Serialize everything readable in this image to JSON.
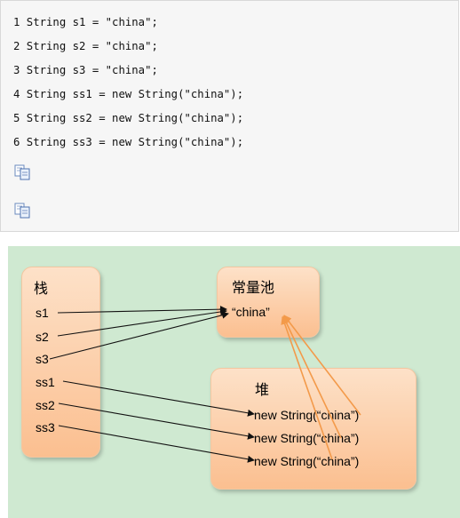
{
  "code": {
    "lines": [
      "1 String s1 = \"china\";",
      "2 String s2 = \"china\";",
      "3 String s3 = \"china\";",
      "4 String ss1 = new String(\"china\");",
      "5 String ss2 = new String(\"china\");",
      "6 String ss3 = new String(\"china\");"
    ],
    "copy_icon": "copy-icon",
    "paste_icon": "paste-icon"
  },
  "diagram": {
    "stack": {
      "title": "栈",
      "items": [
        "s1",
        "s2",
        "s3",
        "ss1",
        "ss2",
        "ss3"
      ]
    },
    "constant_pool": {
      "title": "常量池",
      "value": "“china”"
    },
    "heap": {
      "title": "堆",
      "items": [
        "new String(“china”)",
        "new String(“china”)",
        "new String(“china”)"
      ]
    },
    "colors": {
      "background": "#cfe9d1",
      "box_top": "#fde1c8",
      "box_bottom": "#fbbf90",
      "reference_arrow": "#111111",
      "value_arrow": "#f39a4a"
    }
  }
}
